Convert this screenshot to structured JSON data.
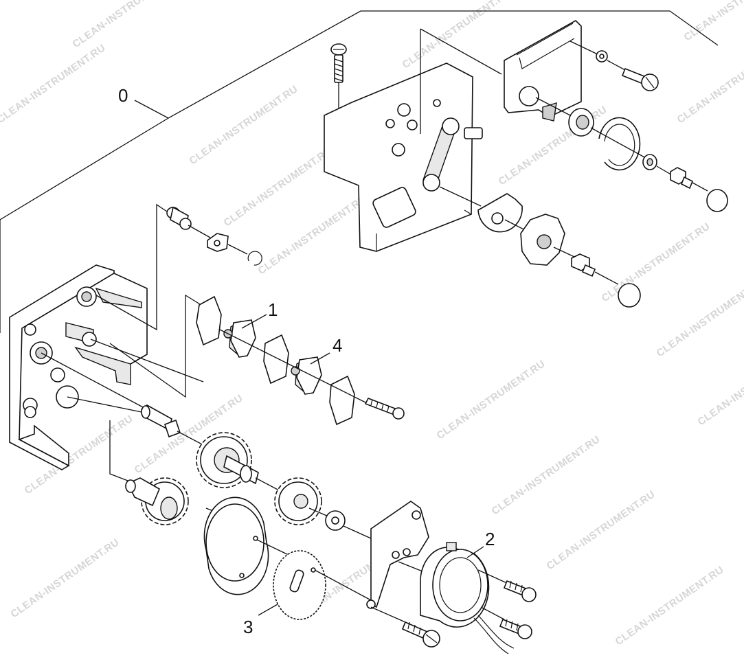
{
  "diagram": {
    "callouts": [
      "0",
      "1",
      "2",
      "3",
      "4"
    ],
    "watermark": "CLEAN-INSTRUMENT.RU",
    "watermark_variant": "CLEAN-INSTRUMENT.RU"
  }
}
